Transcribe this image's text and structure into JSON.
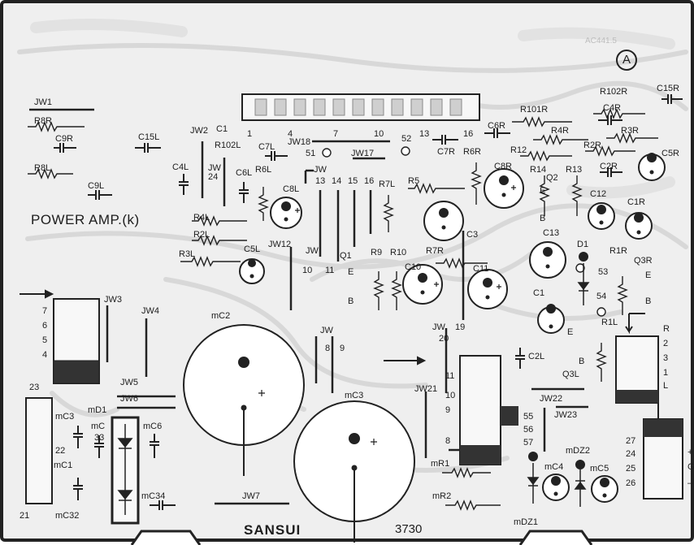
{
  "board": {
    "title": "POWER AMP.(k)",
    "brand": "SANSUI",
    "pcb_number": "3730",
    "revision_mark": "A",
    "faint_code": "AC441.5"
  },
  "labels": [
    {
      "id": "jw1",
      "text": "JW1"
    },
    {
      "id": "r8r",
      "text": "R8R"
    },
    {
      "id": "c9r",
      "text": "C9R"
    },
    {
      "id": "r8l",
      "text": "R8L"
    },
    {
      "id": "c9l",
      "text": "C9L"
    },
    {
      "id": "c15l",
      "text": "C15L"
    },
    {
      "id": "jw2",
      "text": "JW2"
    },
    {
      "id": "c1",
      "text": "C1"
    },
    {
      "id": "r102l",
      "text": "R102L"
    },
    {
      "id": "c4l",
      "text": "C4L"
    },
    {
      "id": "jw24",
      "text": "JW 24"
    },
    {
      "id": "c7l",
      "text": "C7L"
    },
    {
      "id": "c6l",
      "text": "C6L"
    },
    {
      "id": "r6l",
      "text": "R6L"
    },
    {
      "id": "c8l",
      "text": "C8L"
    },
    {
      "id": "r4l",
      "text": "R4L"
    },
    {
      "id": "r2l",
      "text": "R2L"
    },
    {
      "id": "r3l",
      "text": "R3L"
    },
    {
      "id": "c5l",
      "text": "C5L"
    },
    {
      "id": "jw12",
      "text": "JW12"
    },
    {
      "id": "jw18",
      "text": "JW18"
    },
    {
      "id": "jw17",
      "text": "JW17"
    },
    {
      "id": "jw",
      "text": "JW"
    },
    {
      "id": "pin1",
      "text": "1"
    },
    {
      "id": "pin4",
      "text": "4"
    },
    {
      "id": "pin7",
      "text": "7"
    },
    {
      "id": "pin10",
      "text": "10"
    },
    {
      "id": "pin13top",
      "text": "13"
    },
    {
      "id": "pin16",
      "text": "16"
    },
    {
      "id": "p51",
      "text": "51"
    },
    {
      "id": "p52",
      "text": "52"
    },
    {
      "id": "c7r",
      "text": "C7R"
    },
    {
      "id": "r6r",
      "text": "R6R"
    },
    {
      "id": "c6r",
      "text": "C6R"
    },
    {
      "id": "n13",
      "text": "13"
    },
    {
      "id": "n14",
      "text": "14"
    },
    {
      "id": "n15",
      "text": "15"
    },
    {
      "id": "n16",
      "text": "16"
    },
    {
      "id": "r7l",
      "text": "R7L"
    },
    {
      "id": "r5",
      "text": "R5"
    },
    {
      "id": "c8r",
      "text": "C8R"
    },
    {
      "id": "c3",
      "text": "C3"
    },
    {
      "id": "r9",
      "text": "R9"
    },
    {
      "id": "r10",
      "text": "R10"
    },
    {
      "id": "q1",
      "text": "Q1"
    },
    {
      "id": "q1e",
      "text": "E"
    },
    {
      "id": "q1b",
      "text": "B"
    },
    {
      "id": "jw_mid",
      "text": "JW"
    },
    {
      "id": "n10",
      "text": "10"
    },
    {
      "id": "n11",
      "text": "11"
    },
    {
      "id": "r7r",
      "text": "R7R"
    },
    {
      "id": "c10",
      "text": "C10"
    },
    {
      "id": "c11",
      "text": "C11"
    },
    {
      "id": "r101r",
      "text": "R101R"
    },
    {
      "id": "r102r",
      "text": "R102R"
    },
    {
      "id": "c15r",
      "text": "C15R"
    },
    {
      "id": "c4r",
      "text": "C4R"
    },
    {
      "id": "r4r",
      "text": "R4R"
    },
    {
      "id": "r3r",
      "text": "R3R"
    },
    {
      "id": "r12",
      "text": "R12"
    },
    {
      "id": "r2r",
      "text": "R2R"
    },
    {
      "id": "c2r",
      "text": "C2R"
    },
    {
      "id": "c5r",
      "text": "C5R"
    },
    {
      "id": "r14",
      "text": "R14"
    },
    {
      "id": "q2",
      "text": "Q2"
    },
    {
      "id": "q2e",
      "text": "E"
    },
    {
      "id": "q2b",
      "text": "B"
    },
    {
      "id": "r13",
      "text": "R13"
    },
    {
      "id": "c12",
      "text": "C12"
    },
    {
      "id": "c1r",
      "text": "C1R"
    },
    {
      "id": "c13",
      "text": "C13"
    },
    {
      "id": "d1",
      "text": "D1"
    },
    {
      "id": "r1r",
      "text": "R1R"
    },
    {
      "id": "q3r",
      "text": "Q3R"
    },
    {
      "id": "q3re",
      "text": "E"
    },
    {
      "id": "q3rb",
      "text": "B"
    },
    {
      "id": "p53",
      "text": "53"
    },
    {
      "id": "p54",
      "text": "54"
    },
    {
      "id": "c1b",
      "text": "C1"
    },
    {
      "id": "r1l",
      "text": "R1L"
    },
    {
      "id": "q3l",
      "text": "Q3L"
    },
    {
      "id": "q3le",
      "text": "E"
    },
    {
      "id": "q3lb",
      "text": "B"
    },
    {
      "id": "c2l",
      "text": "C2L"
    },
    {
      "id": "jw3",
      "text": "JW3"
    },
    {
      "id": "jw4",
      "text": "JW4"
    },
    {
      "id": "p7",
      "text": "7"
    },
    {
      "id": "p6",
      "text": "6"
    },
    {
      "id": "p5",
      "text": "5"
    },
    {
      "id": "p4",
      "text": "4"
    },
    {
      "id": "mc2",
      "text": "mC2"
    },
    {
      "id": "jw_8_9",
      "text": "JW"
    },
    {
      "id": "n8",
      "text": "8"
    },
    {
      "id": "n9",
      "text": "9"
    },
    {
      "id": "jw20",
      "text": "JW"
    },
    {
      "id": "n20",
      "text": "20"
    },
    {
      "id": "jw19",
      "text": "19"
    },
    {
      "id": "jw5",
      "text": "JW5"
    },
    {
      "id": "jw6",
      "text": "JW6"
    },
    {
      "id": "mc3",
      "text": "mC3"
    },
    {
      "id": "p23",
      "text": "23"
    },
    {
      "id": "mc3b",
      "text": "mC3"
    },
    {
      "id": "md1",
      "text": "mD1"
    },
    {
      "id": "mc_",
      "text": "mC"
    },
    {
      "id": "n33",
      "text": "33"
    },
    {
      "id": "mc6",
      "text": "mC6"
    },
    {
      "id": "p22",
      "text": "22"
    },
    {
      "id": "mc1",
      "text": "mC1"
    },
    {
      "id": "mc34",
      "text": "mC34"
    },
    {
      "id": "mc32",
      "text": "mC32"
    },
    {
      "id": "p21",
      "text": "21"
    },
    {
      "id": "jw7",
      "text": "JW7"
    },
    {
      "id": "jw21",
      "text": "JW21"
    },
    {
      "id": "jw22",
      "text": "JW22"
    },
    {
      "id": "jw23",
      "text": "JW23"
    },
    {
      "id": "s11",
      "text": "11"
    },
    {
      "id": "s10",
      "text": "10"
    },
    {
      "id": "s9",
      "text": "9"
    },
    {
      "id": "s8",
      "text": "8"
    },
    {
      "id": "p55",
      "text": "55"
    },
    {
      "id": "p56",
      "text": "56"
    },
    {
      "id": "p57",
      "text": "57"
    },
    {
      "id": "mr1",
      "text": "mR1"
    },
    {
      "id": "mr2",
      "text": "mR2"
    },
    {
      "id": "mdz2",
      "text": "mDZ2"
    },
    {
      "id": "mc4",
      "text": "mC4"
    },
    {
      "id": "mc5",
      "text": "mC5"
    },
    {
      "id": "mdz1",
      "text": "mDZ1"
    },
    {
      "id": "rR",
      "text": "R"
    },
    {
      "id": "r2",
      "text": "2"
    },
    {
      "id": "r3",
      "text": "3"
    },
    {
      "id": "r1",
      "text": "1"
    },
    {
      "id": "rL",
      "text": "L"
    },
    {
      "id": "p27",
      "text": "27"
    },
    {
      "id": "p24",
      "text": "24"
    },
    {
      "id": "p25",
      "text": "25"
    },
    {
      "id": "p26",
      "text": "26"
    },
    {
      "id": "plus",
      "text": "+"
    },
    {
      "id": "gnd",
      "text": "G"
    },
    {
      "id": "minus",
      "text": "–"
    }
  ]
}
